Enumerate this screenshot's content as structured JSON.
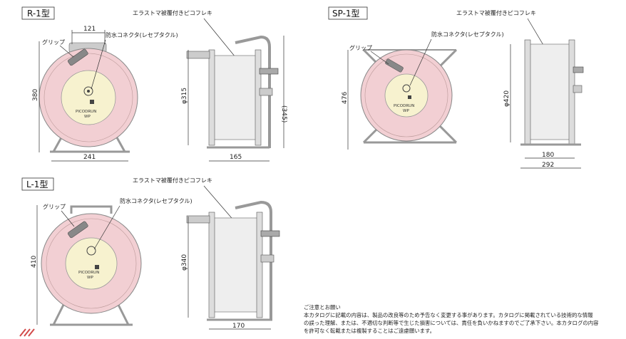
{
  "models": [
    {
      "id": "r1",
      "title": "R-1型",
      "labels": {
        "grip": "グリップ",
        "connector": "防水コネクタ(レセプタクル)",
        "cable": "エラストマ被覆付きピコフレキ"
      },
      "dims": {
        "top": "121",
        "height": "380",
        "width": "241",
        "diameter": "φ315",
        "side": "(345)",
        "depth": "165"
      },
      "badge": "PICODRUN",
      "badge_sub": "WP"
    },
    {
      "id": "sp1",
      "title": "SP-1型",
      "labels": {
        "grip": "グリップ",
        "connector": "防水コネクタ(レセプタクル)",
        "cable": "エラストマ被覆付きピコフレキ"
      },
      "dims": {
        "height": "476",
        "diameter": "φ420",
        "depth": "180",
        "total": "292"
      },
      "badge": "PICODRUN",
      "badge_sub": "WP"
    },
    {
      "id": "l1",
      "title": "L-1型",
      "labels": {
        "grip": "グリップ",
        "connector": "防水コネクタ(レセプタクル)",
        "cable": "エラストマ被覆付きピコフレキ"
      },
      "dims": {
        "height": "410",
        "diameter": "φ340",
        "depth": "170"
      },
      "badge": "PICODRUN",
      "badge_sub": "WP"
    }
  ],
  "notice": {
    "heading": "ご注意とお願い",
    "lines": [
      "本カタログに記載の内容は、製品の改良等のため予告なく変更する事があります。カタログに掲載されている技術的な情報",
      "の誤った理解、または、不適切な判断等で生じた損害については、責任を負いかねますのでご了承下さい。本カタログの内容",
      "を許可なく転載または複製することはご遠慮願います。"
    ]
  },
  "colors": {
    "drum": "#f2cfd3",
    "hub": "#f7f2cf",
    "frame": "#c7c7c7",
    "ink": "#333333"
  }
}
